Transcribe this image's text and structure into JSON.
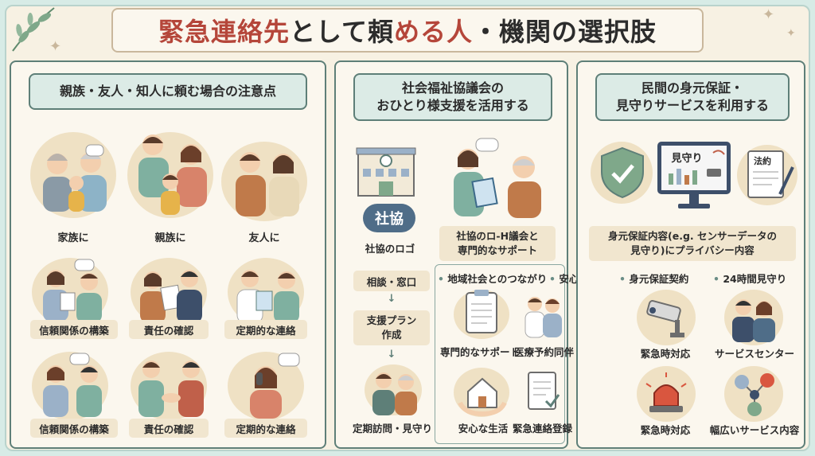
{
  "header": {
    "title_a": "緊急連絡先",
    "title_b": "として頼",
    "title_c": "める人",
    "title_d": "・機関",
    "title_e": "の選択肢"
  },
  "panel1": {
    "title": "親族・友人・知人に頼む場合の注意点",
    "top": [
      "家族に",
      "親族に",
      "友人に"
    ],
    "row2": [
      "信頼関係の構築",
      "責任の確認",
      "定期的な連絡"
    ],
    "row3": [
      "信頼関係の構築",
      "責任の確認",
      "定期的な連絡"
    ]
  },
  "panel2": {
    "title_l1": "社会福祉協議会の",
    "title_l2": "おひとり様支援を活用する",
    "logo_text": "社協",
    "logo_caption": "社協のロゴ",
    "support_l1": "社協のロ-H議会と",
    "support_l2": "専門的なサポート",
    "flow1": "相談・窓口",
    "flow2_l1": "支援プラン",
    "flow2_l2": "作成",
    "flow3": "定期訪問・見守り",
    "bullet1": "地域社会とのつながり",
    "bullet2": "安心生活",
    "items": [
      "専門的なサポート",
      "医療予約同伴",
      "安心な生活",
      "緊急連絡登録"
    ]
  },
  "panel3": {
    "title_l1": "民間の身元保証・",
    "title_l2": "見守りサービスを利用する",
    "monitor_label": "見守り",
    "doc_label": "法約",
    "desc_l1": "身元保証内容(e.g. センサーデータの",
    "desc_l2": "見守り)にプライバシー内容",
    "bullet1": "身元保証契約",
    "bullet2": "24時間見守り",
    "items": [
      "緊急時対応",
      "サービスセンター",
      "緊急時対応",
      "幅広いサービス内容"
    ]
  },
  "colors": {
    "accent": "#b5463a",
    "panel_border": "#5e7f78",
    "title_bg": "#dcebe6",
    "caption_bg": "#f1e6cf"
  }
}
